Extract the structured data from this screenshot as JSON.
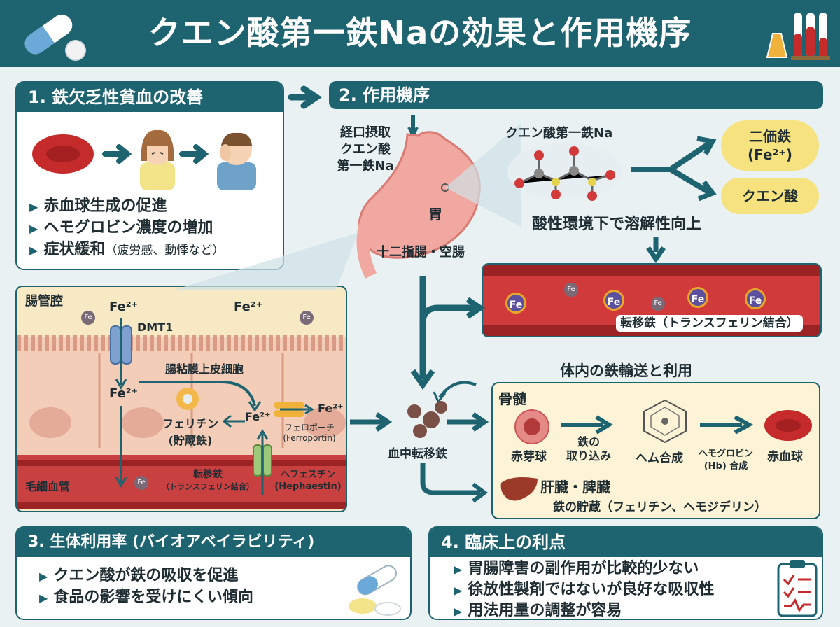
{
  "header": {
    "title": "クエン酸第一鉄Naの効果と作用機序"
  },
  "section1": {
    "title": "1. 鉄欠乏性貧血の改善",
    "bullets": [
      "赤血球生成の促進",
      "ヘモグロビン濃度の増加",
      "症状緩和"
    ],
    "bullet3_note": "（疲労感、動悸など）"
  },
  "section2": {
    "title": "2. 作用機序",
    "oral_intake": [
      "経口摂取",
      "クエン酸",
      "第一鉄Na"
    ],
    "stomach_label": "胃",
    "duodenum_label": "十二指腸・空腸",
    "molecule_label": "クエン酸第一鉄Na",
    "product1_line1": "二価鉄",
    "product1_line2": "(Fe²⁺)",
    "product2": "クエン酸",
    "dissolution": "酸性環境下で溶解性向上",
    "vessel_label": "転移鉄（トランスフェリン結合）",
    "fe_label": "Fe"
  },
  "intestine": {
    "lumen_label": "腸管腔",
    "fe2_1": "Fe²⁺",
    "fe2_2": "Fe²⁺",
    "dmt1": "DMT1",
    "epithelium": "腸粘膜上皮細胞",
    "fe2_3": "Fe²⁺",
    "ferritin": "フェリチン",
    "ferritin_sub": "(貯蔵鉄)",
    "fe2_4": "Fe²⁺",
    "fe2_5": "Fe²⁺",
    "ferroportin": "フェロポーチ",
    "ferroportin_en": "(Ferroportin)",
    "capillary": "毛細血管",
    "transferrin": "転移鉄",
    "transferrin_sub": "（トランスフェリン結合）",
    "hephaestin": "ヘフェスチン",
    "hephaestin_en": "(Hephaestin)",
    "fe_small": "Fe"
  },
  "transport": {
    "title": "体内の鉄輸送と利用",
    "blood_iron": "血中転移鉄",
    "bone_marrow": "骨髄",
    "erythroblast": "赤芽球",
    "uptake_1": "鉄の",
    "uptake_2": "取り込み",
    "heme": "ヘム合成",
    "hb_1": "ヘモグロビン",
    "hb_2": "(Hb) 合成",
    "rbc": "赤血球",
    "liver": "肝臓・脾臓",
    "storage": "鉄の貯蔵（フェリチン、ヘモジデリン）"
  },
  "section3": {
    "title": "3. 生体利用率 (バイオアベイラビリティ)",
    "bullets": [
      "クエン酸が鉄の吸収を促進",
      "食品の影響を受けにくい傾向"
    ]
  },
  "section4": {
    "title": "4. 臨床上の利点",
    "bullets": [
      "胃腸障害の副作用が比較的少ない",
      "徐放性製剤ではないが良好な吸収性",
      "用法用量の調整が容易"
    ]
  },
  "colors": {
    "primary": "#1e6470",
    "accent_yellow": "#f6e27f",
    "blood_red": "#c62b2b"
  },
  "icons": [
    "pill-capsule-icon",
    "test-tubes-icon",
    "red-blood-cell-icon",
    "tired-woman-icon",
    "headache-man-icon",
    "stomach-icon",
    "molecule-icon",
    "heme-icon",
    "liver-icon",
    "pills-icon",
    "clipboard-icon"
  ]
}
